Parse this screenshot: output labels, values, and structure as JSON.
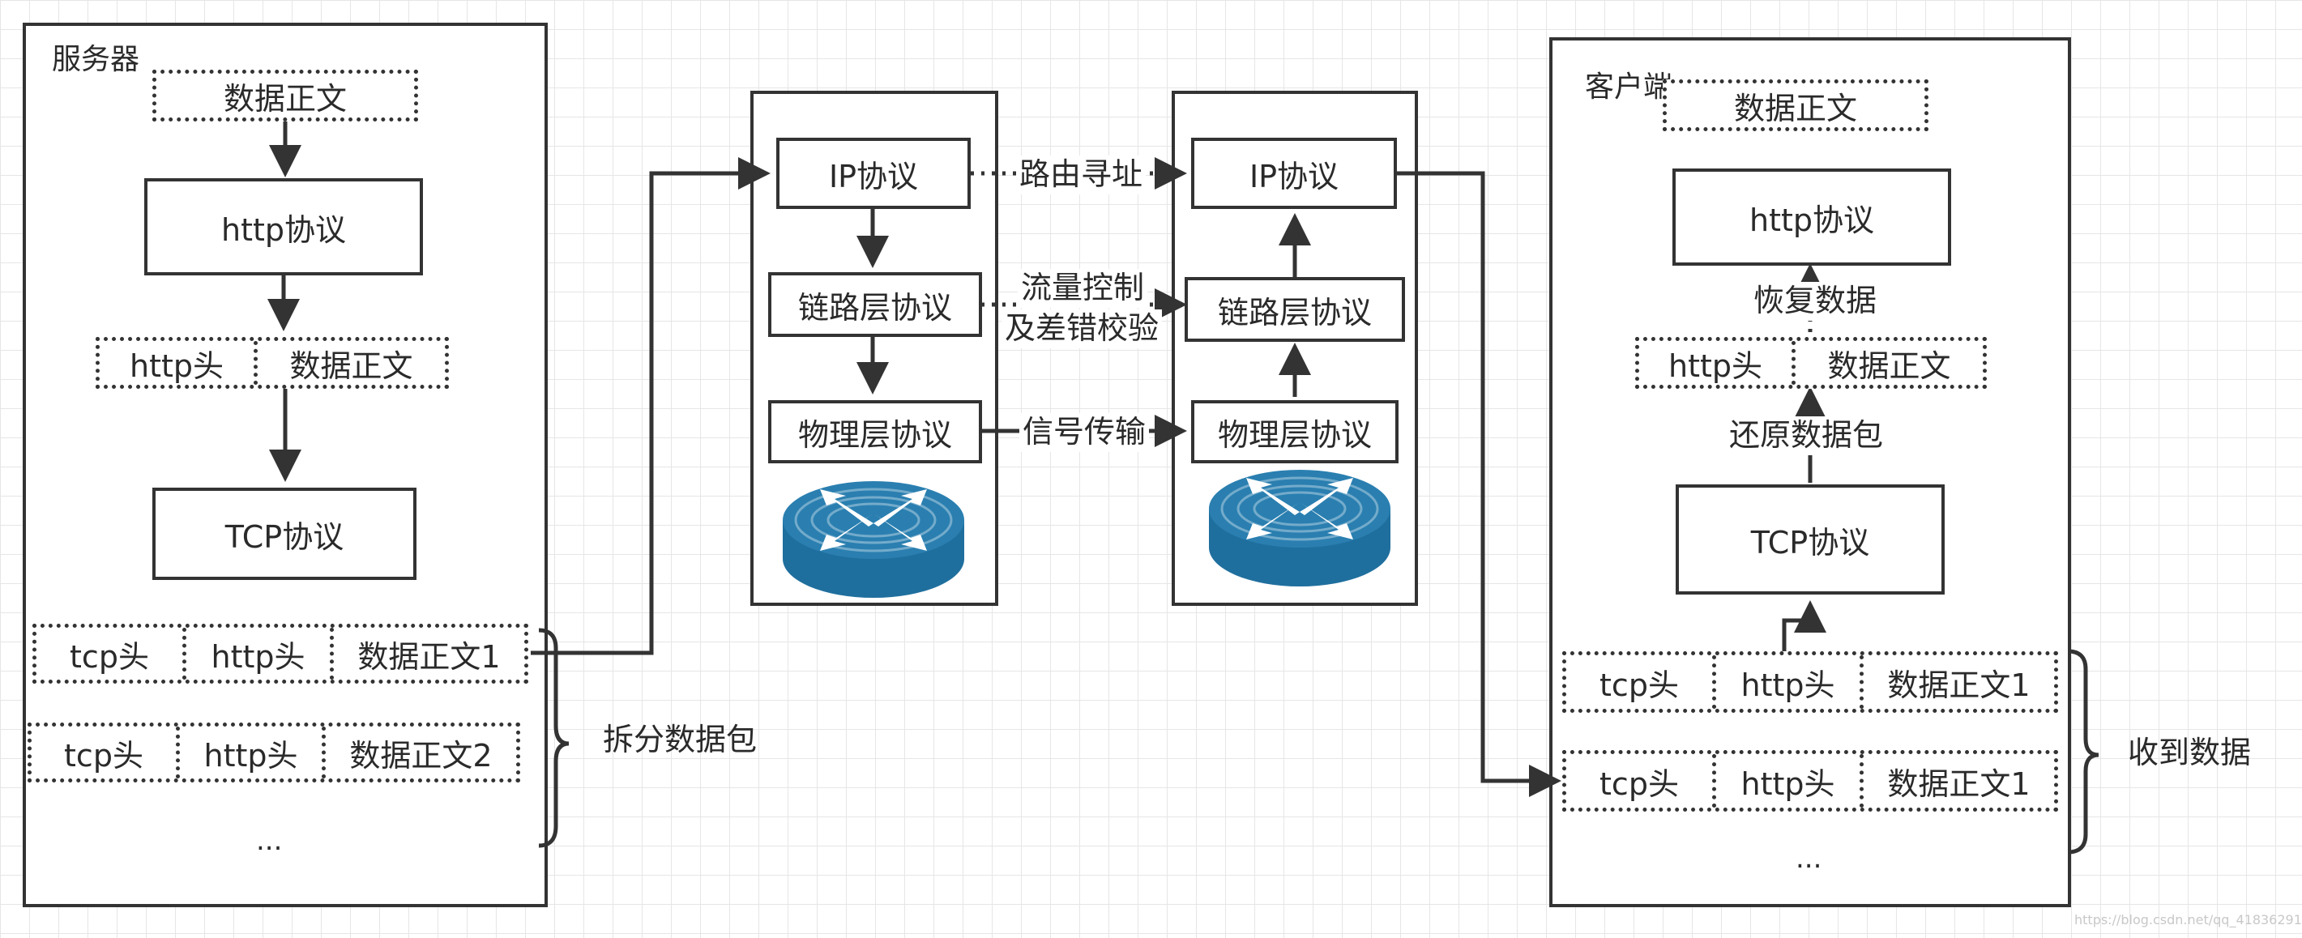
{
  "server": {
    "title": "服务器",
    "body_top": "数据正文",
    "http": "http协议",
    "http_head": "http头",
    "http_body": "数据正文",
    "tcp": "TCP协议",
    "pkt1": {
      "tcp": "tcp头",
      "http": "http头",
      "body": "数据正文1"
    },
    "pkt2": {
      "tcp": "tcp头",
      "http": "http头",
      "body": "数据正文2"
    },
    "ellipsis": "...",
    "brace_label": "拆分数据包"
  },
  "router_left": {
    "ip": "IP协议",
    "link": "链路层协议",
    "phys": "物理层协议"
  },
  "router_right": {
    "ip": "IP协议",
    "link": "链路层协议",
    "phys": "物理层协议"
  },
  "middle": {
    "routing": "路由寻址",
    "flow_1": "流量控制",
    "flow_2": "及差错校验",
    "signal": "信号传输"
  },
  "client": {
    "title": "客户端",
    "body_top": "数据正文",
    "http": "http协议",
    "restore": "恢复数据",
    "http_head": "http头",
    "http_body": "数据正文",
    "restore_packet": "还原数据包",
    "tcp": "TCP协议",
    "pkt1": {
      "tcp": "tcp头",
      "http": "http头",
      "body": "数据正文1"
    },
    "pkt2": {
      "tcp": "tcp头",
      "http": "http头",
      "body": "数据正文1"
    },
    "ellipsis": "...",
    "brace_label": "收到数据"
  },
  "watermark": "https://blog.csdn.net/qq_41836291",
  "colors": {
    "router": "#1f6f9e",
    "line": "#333333"
  }
}
